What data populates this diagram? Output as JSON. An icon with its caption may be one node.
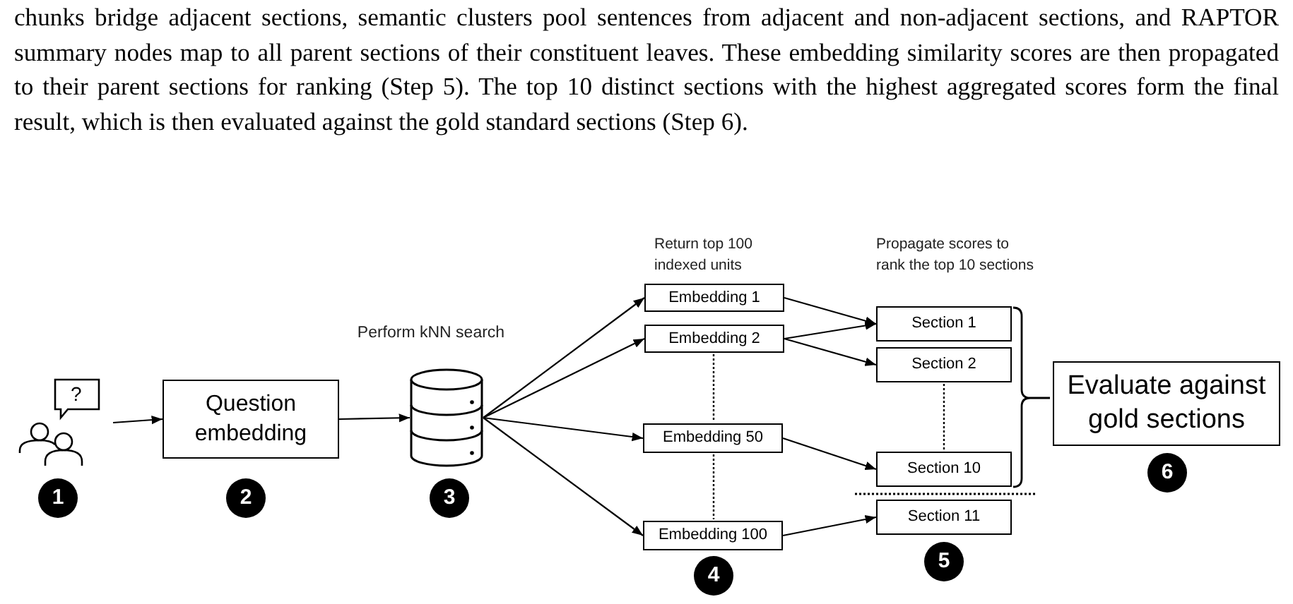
{
  "diagram": {
    "nodes": [
      {
        "text": [
          "?"
        ],
        "beside": [
          "1"
        ]
      },
      {
        "text": [
          "Question embedding"
        ],
        "beside": [
          "2"
        ]
      },
      {
        "text": [],
        "shape": "cylinder",
        "beside": [
          "Perform kNN search",
          "3"
        ]
      },
      {
        "text": [
          "Embedding 1"
        ]
      },
      {
        "text": [
          "Embedding 2"
        ]
      },
      {
        "text": [
          "Embedding 50"
        ]
      },
      {
        "text": [
          "Embedding 100"
        ],
        "beside": [
          "4"
        ]
      },
      {
        "text": [
          "Section 1"
        ]
      },
      {
        "text": [
          "Section 2"
        ]
      },
      {
        "text": [
          "Section 10"
        ]
      },
      {
        "text": [
          "Section 11"
        ],
        "beside": [
          "5"
        ]
      },
      {
        "text": [
          "Evaluate against gold sections"
        ],
        "beside": [
          "6"
        ]
      }
    ],
    "edges": [
      {
        "from": 0,
        "to": 1,
        "arrow": "to"
      },
      {
        "from": 1,
        "to": 2,
        "arrow": "to"
      },
      {
        "from": 2,
        "to": 3,
        "arrow": "to"
      },
      {
        "from": 2,
        "to": 4,
        "arrow": "to"
      },
      {
        "from": 2,
        "to": 5,
        "arrow": "to"
      },
      {
        "from": 2,
        "to": 6,
        "arrow": "to"
      },
      {
        "from": 3,
        "to": 7,
        "arrow": "to"
      },
      {
        "from": 4,
        "to": 7,
        "arrow": "to"
      },
      {
        "from": 4,
        "to": 8,
        "arrow": "to"
      },
      {
        "from": 5,
        "to": 9,
        "arrow": "to"
      },
      {
        "from": 6,
        "to": 10,
        "arrow": "to"
      }
    ],
    "labels": [
      "chunks bridge adjacent sections, semantic clusters pool sentences from adjacent and non-adjacent sections, and RAPTOR summary nodes map to all parent sections of their constituent leaves. These embedding similarity scores are then propagated to their parent sections for ranking (Step 5). The top 10 distinct sections with the highest aggregated scores form the final result, which is then evaluated against the gold standard sections (Step 6).",
      "Return top 100 indexed units",
      "Propagate scores to rank the top 10 sections"
    ]
  }
}
